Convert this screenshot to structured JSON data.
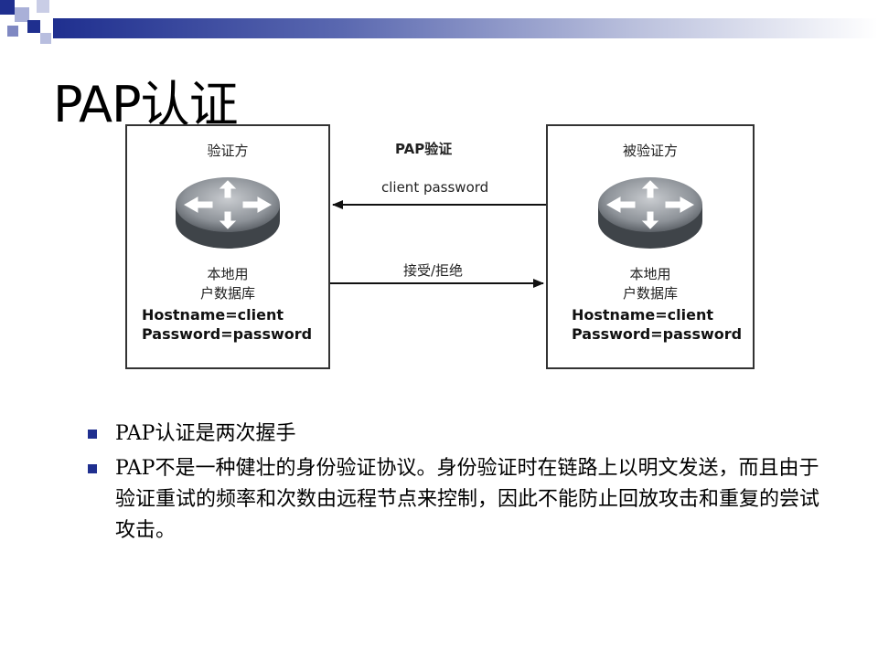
{
  "title": "PAP认证",
  "diagram": {
    "left_box": {
      "title": "验证方",
      "db_line1": "本地用",
      "db_line2": "户数据库",
      "hostname": "Hostname=client",
      "password": "Password=password"
    },
    "right_box": {
      "title": "被验证方",
      "db_line1": "本地用",
      "db_line2": "户数据库",
      "hostname": "Hostname=client",
      "password": "Password=password"
    },
    "arrow_top_label1": "PAP验证",
    "arrow_top_label2": "client password",
    "arrow_bottom_label": "接受/拒绝",
    "icons": [
      "router-icon",
      "router-icon"
    ]
  },
  "bullets": [
    "PAP认证是两次握手",
    "PAP不是一种健壮的身份验证协议。身份验证时在链路上以明文发送，而且由于验证重试的频率和次数由远程节点来控制，因此不能防止回放攻击和重复的尝试攻击。"
  ],
  "colors": {
    "accent": "#1f2f8f"
  }
}
